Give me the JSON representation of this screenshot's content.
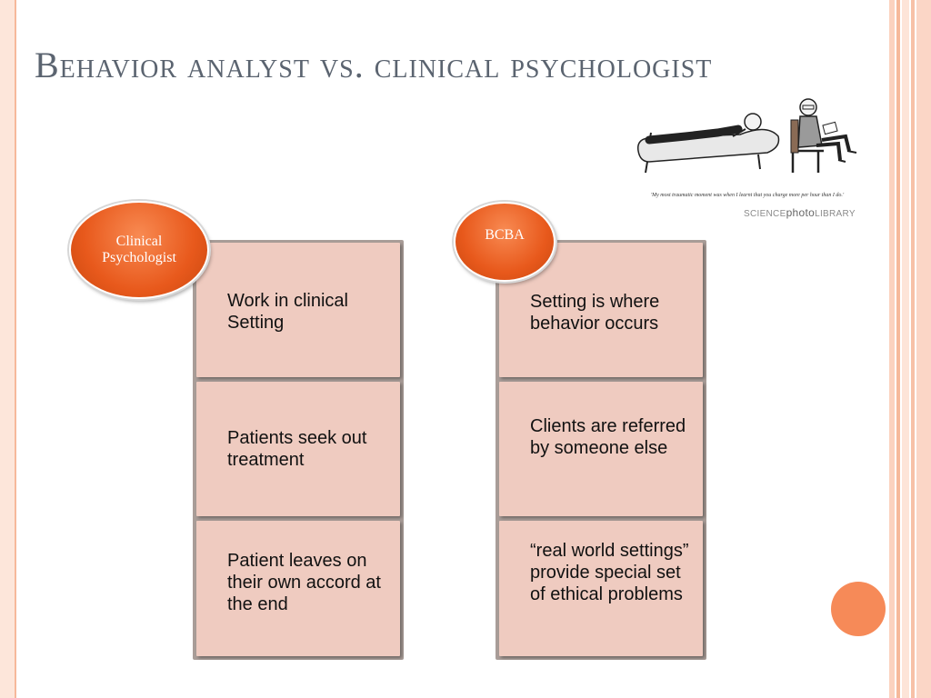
{
  "slide": {
    "title": "Behavior analyst vs. clinical psychologist",
    "accent_color": "#f26a2e",
    "card_color": "#efcbc0",
    "frame_color": "#f6b99b"
  },
  "cartoon": {
    "caption": "'My most traumatic moment was when I learnt that you charge more per hour than I do.'",
    "credit_pre": "SCIENCE",
    "credit_mid": "photo",
    "credit_post": "LIBRARY"
  },
  "left_column": {
    "label": "Clinical Psychologist",
    "items": [
      "Work in clinical Setting",
      "Patients seek out treatment",
      "Patient leaves on their own accord at the end"
    ]
  },
  "right_column": {
    "label": "BCBA",
    "items": [
      "Setting is where behavior occurs",
      "Clients are referred by someone else",
      "“real world settings” provide special set of ethical problems"
    ]
  }
}
